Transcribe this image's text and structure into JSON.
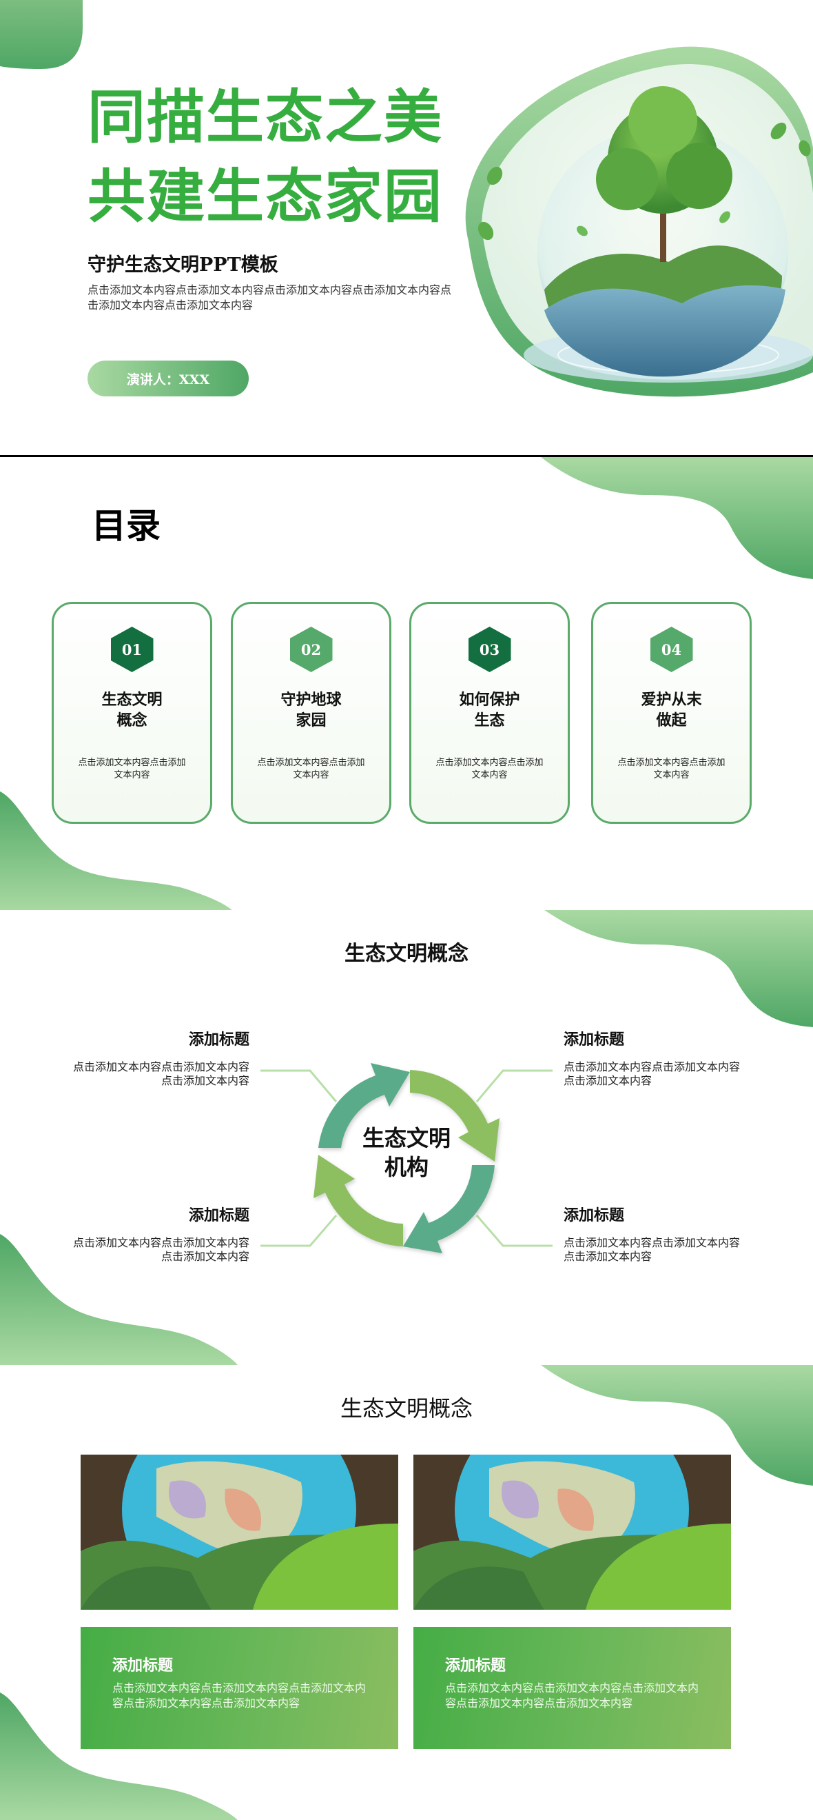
{
  "colors": {
    "title_green": "#36ad3f",
    "blob_light": "#a9d9a2",
    "blob_dark": "#4fa765",
    "hex_dark": "#136f3f",
    "hex_light": "#55a96a",
    "card_border": "#5aaa6a",
    "arrow_teal": "#5aab8a",
    "arrow_green": "#8dbf60",
    "connector": "#b8dfa8"
  },
  "slide1": {
    "title_line1": "同描生态之美",
    "title_line2": "共建生态家园",
    "subtitle": "守护生态文明PPT模板",
    "description": "点击添加文本内容点击添加文本内容点击添加文本内容点击添加文本内容点击添加文本内容点击添加文本内容",
    "presenter_label": "演讲人：XXX",
    "hero_image": "tree-in-glass-sphere-on-water"
  },
  "slide2": {
    "title": "目录",
    "items": [
      {
        "num": "01",
        "name_line1": "生态文明",
        "name_line2": "概念",
        "desc": "点击添加文本内容点击添加文本内容",
        "hex_color": "#136f3f"
      },
      {
        "num": "02",
        "name_line1": "守护地球",
        "name_line2": "家园",
        "desc": "点击添加文本内容点击添加文本内容",
        "hex_color": "#55a96a"
      },
      {
        "num": "03",
        "name_line1": "如何保护",
        "name_line2": "生态",
        "desc": "点击添加文本内容点击添加文本内容",
        "hex_color": "#136f3f"
      },
      {
        "num": "04",
        "name_line1": "爱护从末",
        "name_line2": "做起",
        "desc": "点击添加文本内容点击添加文本内容",
        "hex_color": "#55a96a"
      }
    ]
  },
  "slide3": {
    "title": "生态文明概念",
    "center_line1": "生态文明",
    "center_line2": "机构",
    "items": [
      {
        "position": "top-left",
        "heading": "添加标题",
        "body": "点击添加文本内容点击添加文本内容点击添加文本内容"
      },
      {
        "position": "top-right",
        "heading": "添加标题",
        "body": "点击添加文本内容点击添加文本内容点击添加文本内容"
      },
      {
        "position": "bottom-left",
        "heading": "添加标题",
        "body": "点击添加文本内容点击添加文本内容点击添加文本内容"
      },
      {
        "position": "bottom-right",
        "heading": "添加标题",
        "body": "点击添加文本内容点击添加文本内容点击添加文本内容"
      }
    ]
  },
  "slide4": {
    "title": "生态文明概念",
    "photos": [
      {
        "subject": "globe-in-green-plants"
      },
      {
        "subject": "globe-in-green-plants"
      }
    ],
    "cards": [
      {
        "heading": "添加标题",
        "body": "点击添加文本内容点击添加文本内容点击添加文本内容点击添加文本内容点击添加文本内容"
      },
      {
        "heading": "添加标题",
        "body": "点击添加文本内容点击添加文本内容点击添加文本内容点击添加文本内容点击添加文本内容"
      }
    ]
  }
}
